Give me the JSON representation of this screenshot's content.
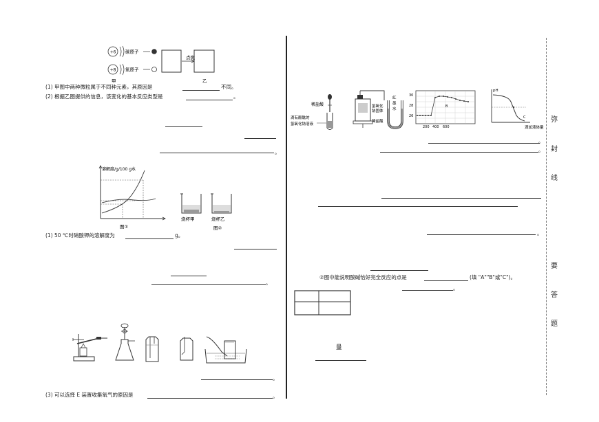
{
  "left": {
    "atom_diagram": {
      "nucleus_c": "+6",
      "nucleus_o": "+8",
      "label_c": "碳原子",
      "label_o": "氧原子",
      "arrow_label": "点燃",
      "caption_jia": "甲",
      "caption_yi": "乙"
    },
    "q1_text": "(1) 甲图中两种微粒属于不同种元素，其原因是",
    "q1_tail": "不同。",
    "q2_text": "(2) 根据乙图提供的信息，该变化的基本反应类型是",
    "q2_tail": "。",
    "solubility": {
      "ylabel": "溶解度/g/100 g水",
      "fig1": "图①",
      "fig2": "图②",
      "beaker_a": "烧杯甲",
      "beaker_b": "烧杯乙"
    },
    "q_sol_text": "(1) 50 ℃时硝酸钾的溶解度为",
    "q_sol_unit": "g。",
    "q_e_text": "(3) 可以选择 E 装置收集氧气的原因是"
  },
  "right": {
    "exp": {
      "label_acid": "稀盐酸",
      "label_solution_a": "滴有酚酞的",
      "label_solution_b": "氢氧化钠溶液",
      "label_solid_a": "氢氧化",
      "label_solid_b": "钠固体",
      "label_acid2": "稀盐酸",
      "label_red_ink_a": "红",
      "label_red_ink_b": "墨",
      "label_red_ink_c": "水",
      "temp_y": [
        "30",
        "28",
        "26"
      ],
      "temp_x": [
        "200",
        "400",
        "600"
      ],
      "temp_point": "B",
      "ph_label": "pH",
      "ph_point": "C",
      "ph_xlabel": "滴加液体量"
    },
    "q_point_text": "②图中能说明酸碱恰好完全反应的点是",
    "q_point_tail": "(填 \"A\"\"B\"或\"C\")。",
    "q_point_tail2": "。",
    "liang": "量"
  },
  "side_chars": [
    "弥",
    "封",
    "线",
    "要",
    "答",
    "题"
  ]
}
